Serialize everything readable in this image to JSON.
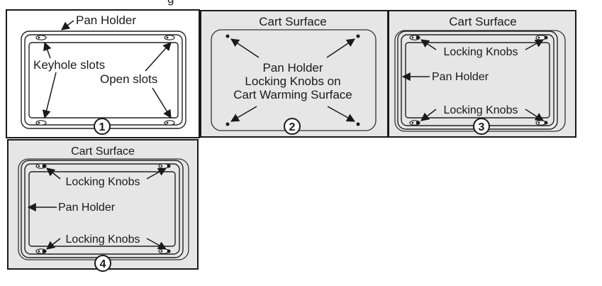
{
  "header": {
    "partial_text": "g"
  },
  "panel1": {
    "step": "1",
    "pan_holder": "Pan Holder",
    "keyhole_slots": "Keyhole slots",
    "open_slots": "Open slots"
  },
  "panel2": {
    "step": "2",
    "cart_surface": "Cart Surface",
    "line1": "Pan Holder",
    "line2": "Locking Knobs on",
    "line3": "Cart Warming Surface"
  },
  "panel3": {
    "step": "3",
    "cart_surface": "Cart Surface",
    "locking_knobs_top": "Locking Knobs",
    "pan_holder": "Pan Holder",
    "locking_knobs_bottom": "Locking Knobs"
  },
  "panel4": {
    "step": "4",
    "cart_surface": "Cart Surface",
    "locking_knobs_top": "Locking Knobs",
    "pan_holder": "Pan Holder",
    "locking_knobs_bottom": "Locking Knobs"
  },
  "colors": {
    "panel_fill": "#e6e6e6",
    "border": "#1a1a1a",
    "line": "#222222"
  }
}
